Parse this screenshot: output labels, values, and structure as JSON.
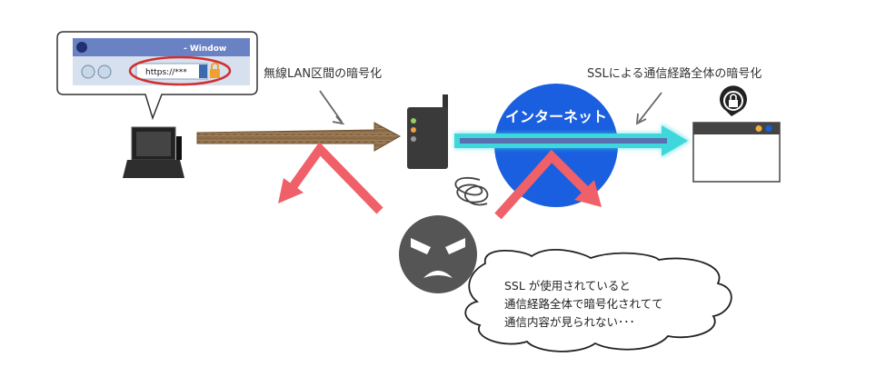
{
  "browser_callout": {
    "window_title": "- Window",
    "address_text": "https://***"
  },
  "labels": {
    "wireless_lan": "無線LAN区間の暗号化",
    "ssl_route": "SSLによる通信経路全体の暗号化",
    "internet": "インターネット"
  },
  "speech_bubble": {
    "line1": "SSL が使用されていると",
    "line2": "通信経路全体で暗号化されてて",
    "line3": "通信内容が見られない･･･"
  },
  "icons": {
    "laptop": "laptop-icon",
    "router": "wireless-router-icon",
    "server_window": "server-window-icon",
    "lock": "padlock-icon",
    "attacker": "angry-face-icon",
    "address_lock": "padlock-icon"
  },
  "colors": {
    "internet_globe": "#1a5fe0",
    "tunnel": "#3ed8dc",
    "tunnel_core": "#5a6fb0",
    "brown_arrow": "#8b6a45",
    "deflect_arrow": "#f06068",
    "attacker_face": "#555555",
    "address_highlight": "#d03030",
    "lock_dark": "#222222"
  }
}
